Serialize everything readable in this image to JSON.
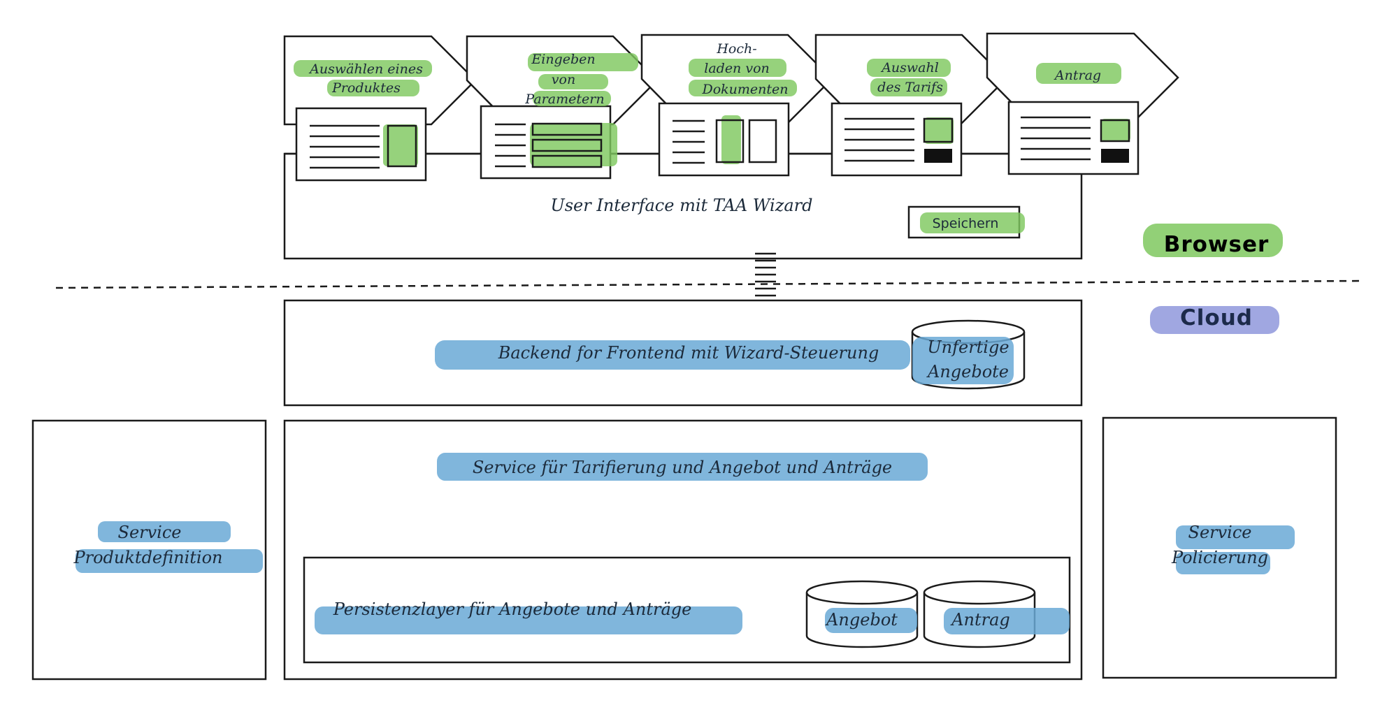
{
  "zones": {
    "browser": "Browser",
    "cloud": "Cloud"
  },
  "wizard": {
    "steps": [
      {
        "lines": [
          "Auswählen eines",
          "Produktes"
        ]
      },
      {
        "lines": [
          "Eingeben",
          "von",
          "Parametern"
        ]
      },
      {
        "lines": [
          "Hoch-",
          "laden von",
          "Dokumenten"
        ]
      },
      {
        "lines": [
          "Auswahl",
          "des Tarifs"
        ]
      },
      {
        "lines": [
          "Antrag"
        ]
      }
    ],
    "ui_label": "User Interface mit TAA Wizard",
    "save_button": "Speichern"
  },
  "bff": {
    "label": "Backend for Frontend mit Wizard-Steuerung",
    "store": [
      "Unfertige",
      "Angebote"
    ]
  },
  "tariff_service": {
    "label": "Service für Tarifierung und Angebot und Anträge",
    "persistence": {
      "label": "Persistenzlayer für Angebote und Anträge",
      "stores": [
        "Angebot",
        "Antrag"
      ]
    }
  },
  "product_service": [
    "Service",
    "Produktdefinition"
  ],
  "policy_service": [
    "Service",
    "Policierung"
  ],
  "colors": {
    "green_highlight": "#7fc85f",
    "blue_highlight": "#6aa9d6",
    "purple_highlight": "#8f98dc",
    "line": "#1a1a1a"
  }
}
